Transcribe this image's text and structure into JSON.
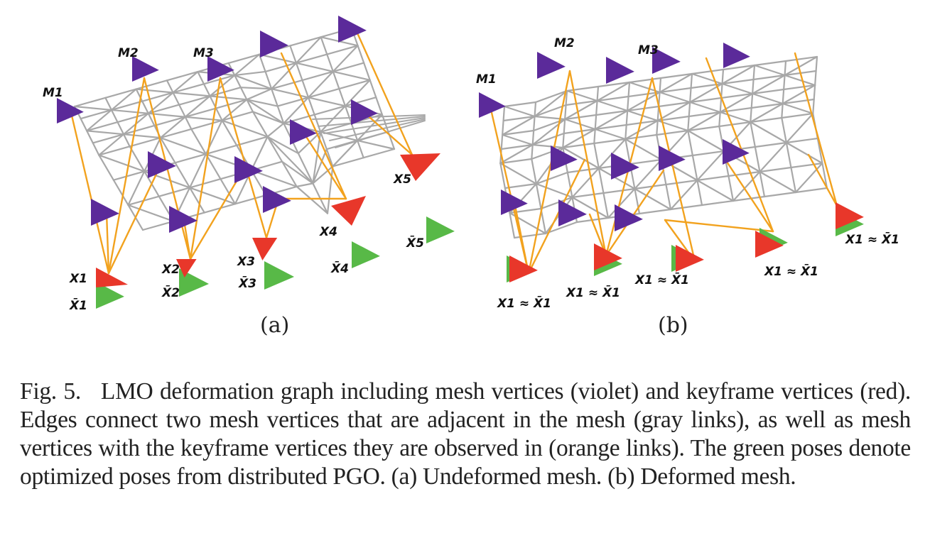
{
  "colors": {
    "mesh_vertex": "#5B2A9A",
    "keyframe_vertex": "#E8372A",
    "optimized_pose": "#58B947",
    "mesh_link": "#A8A8A8",
    "observation_link": "#F2A21E"
  },
  "panel_a": {
    "label": "(a)",
    "mesh_labels": [
      "M1",
      "M2",
      "M3"
    ],
    "keyframe_labels": [
      "X1",
      "X2",
      "X3",
      "X4",
      "X5"
    ],
    "optimized_labels": [
      "X̄1",
      "X̄2",
      "X̄3",
      "X̄4",
      "X̄5"
    ]
  },
  "panel_b": {
    "label": "(b)",
    "mesh_labels": [
      "M1",
      "M2",
      "M3"
    ],
    "keyframe_labels": [
      "X1 ≈ X̄1",
      "X1 ≈ X̄1",
      "X1 ≈ X̄1",
      "X1 ≈ X̄1",
      "X1 ≈ X̄1"
    ]
  },
  "caption": {
    "figure_label": "Fig. 5.",
    "text": "LMO deformation graph including mesh vertices (violet) and keyframe vertices (red). Edges connect two mesh vertices that are adjacent in the mesh (gray links), as well as mesh vertices with the keyframe vertices they are observed in (orange links). The green poses denote optimized poses from distributed PGO. (a) Undeformed mesh. (b) Deformed mesh."
  }
}
